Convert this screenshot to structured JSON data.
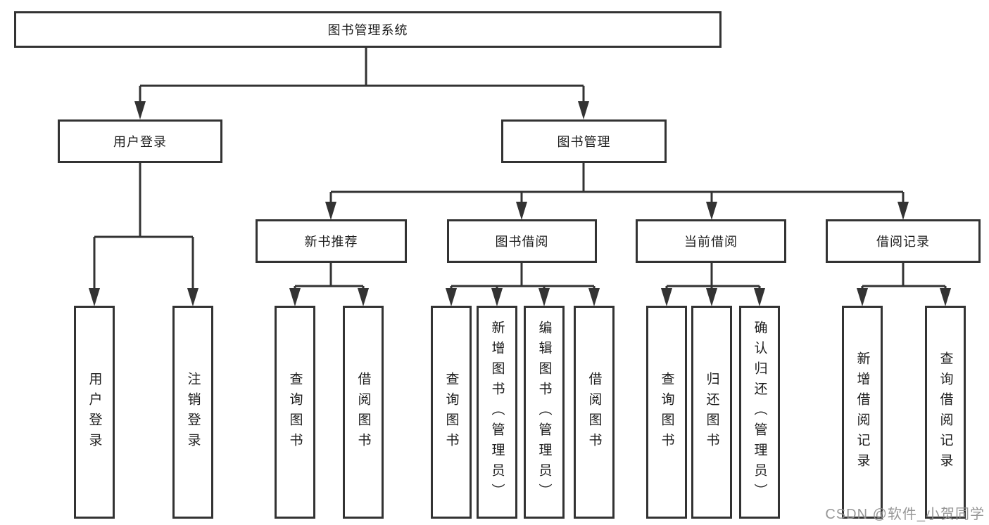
{
  "diagram": {
    "root": "图书管理系统",
    "branches": [
      {
        "label": "用户登录",
        "leaves": [
          "用户登录",
          "注销登录"
        ]
      },
      {
        "label": "图书管理",
        "children": [
          {
            "label": "新书推荐",
            "leaves": [
              "查询图书",
              "借阅图书"
            ]
          },
          {
            "label": "图书借阅",
            "leaves": [
              "查询图书",
              "新增图书（管理员）",
              "编辑图书（管理员）",
              "借阅图书"
            ]
          },
          {
            "label": "当前借阅",
            "leaves": [
              "查询图书",
              "归还图书",
              "确认归还（管理员）"
            ]
          },
          {
            "label": "借阅记录",
            "leaves": [
              "新增借阅记录",
              "查询借阅记录"
            ]
          }
        ]
      }
    ]
  },
  "watermark": "CSDN @软件_小贺同学",
  "colors": {
    "line": "#333333",
    "text": "#1d1d1d",
    "background": "#ffffff",
    "watermark": "#8f8f8f"
  }
}
